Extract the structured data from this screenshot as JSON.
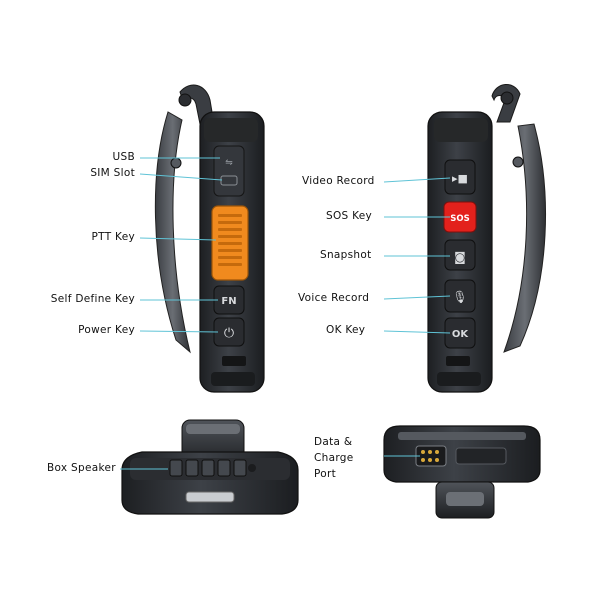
{
  "labels": {
    "usb": "USB",
    "sim_slot": "SIM Slot",
    "ptt_key": "PTT Key",
    "self_define_key": "Self Define Key",
    "power_key": "Power Key",
    "video_record": "Video Record",
    "sos_key": "SOS Key",
    "snapshot": "Snapshot",
    "voice_record": "Voice Record",
    "ok_key": "OK Key",
    "box_speaker": "Box Speaker",
    "data_charge_line1": "Data &",
    "data_charge_line2": "Charge",
    "data_charge_line3": "Port"
  },
  "buttons": {
    "fn": "FN",
    "sos": "SOS",
    "ok": "OK"
  },
  "colors": {
    "body_dark": "#2a2d31",
    "body_mid": "#3c4046",
    "ptt_orange": "#f08a1e",
    "sos_red": "#e3211c",
    "leader_line": "#5fc3d6",
    "clip_gray": "#4a4d52"
  }
}
